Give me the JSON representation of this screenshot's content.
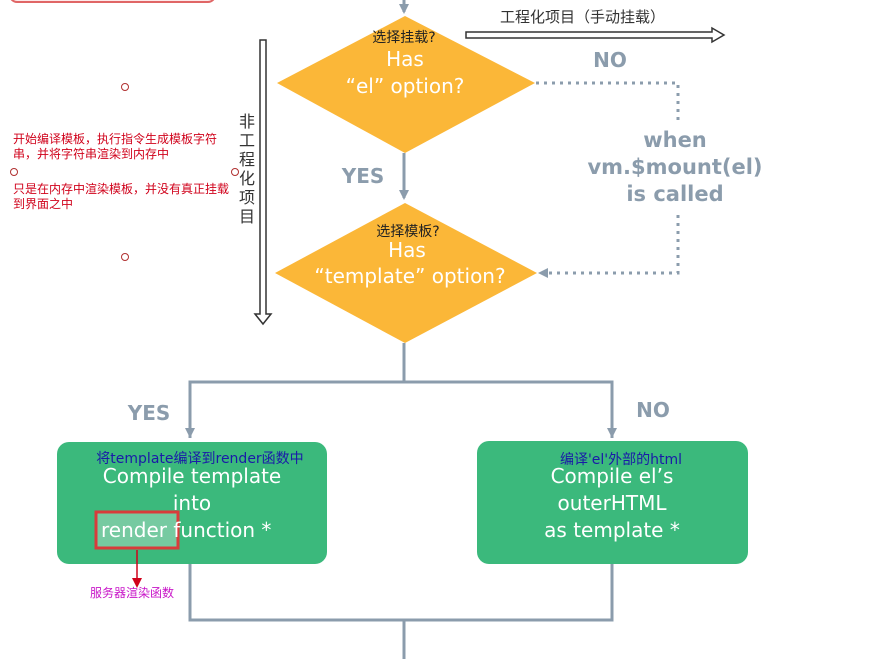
{
  "flow": {
    "decision1": {
      "annotation": "选择挂载?",
      "line1": "Has",
      "line2": "“el” option?"
    },
    "decision2": {
      "annotation": "选择模板?",
      "line1": "Has",
      "line2": "“template” option?"
    },
    "no_label_1": "NO",
    "yes_label_1": "YES",
    "when_lines": [
      "when",
      "vm.$mount(el)",
      "is called"
    ],
    "yes_label_2": "YES",
    "no_label_2": "NO",
    "box_left": {
      "annotation": "将template编译到render函数中",
      "line1": "Compile template",
      "line2": "into",
      "line3_highlight": "render",
      "line3_rest": " function *"
    },
    "box_right": {
      "annotation": "编译'el'外部的html",
      "line1": "Compile el’s",
      "line2": "outerHTML",
      "line3": "as template *"
    }
  },
  "annotations": {
    "manual_mount": "工程化项目（手动挂载）",
    "non_engineering_vertical": "非工程化项目",
    "note_compile": "开始编译模板，执行指令生成模板字符串，并将字符串渲染到内存中",
    "note_render": "只是在内存中渲染模板，并没有真正挂载到界面之中",
    "server_render": "服务器渲染函数"
  },
  "colors": {
    "diamond": "#fbb738",
    "box": "#3bb97c",
    "connector": "#8b9cac",
    "label_gray": "#8b9cac",
    "highlight_border": "#d93b3b",
    "annotation_blue": "#1a1aa8",
    "annotation_red": "#d0021b",
    "annotation_magenta": "#c814c8"
  }
}
